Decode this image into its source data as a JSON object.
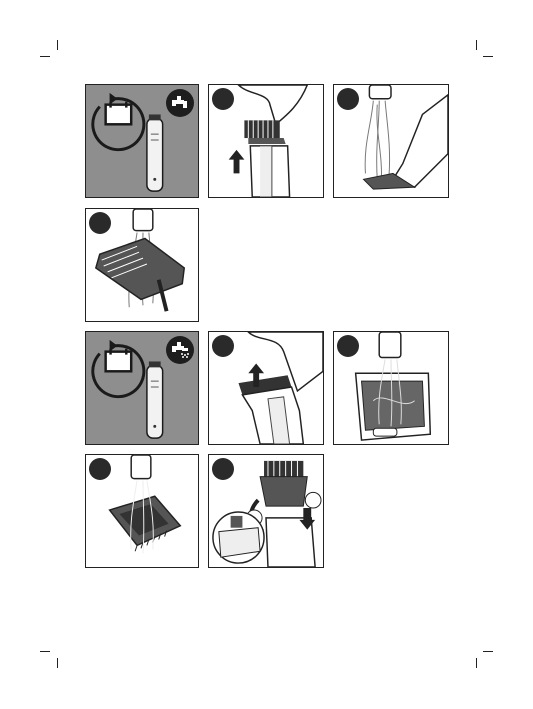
{
  "section_a": {
    "intro_icons": [
      "calendar-cycle-icon",
      "trimmer-icon",
      "tap-icon"
    ],
    "steps": [
      {
        "number": "",
        "illustration": "remove-comb"
      },
      {
        "number": "",
        "illustration": "rinse-trimmer-head"
      },
      {
        "number": "",
        "illustration": "rinse-comb"
      }
    ]
  },
  "section_b": {
    "intro_icons": [
      "calendar-cycle-icon",
      "trimmer-icon",
      "shower-tap-icon"
    ],
    "steps": [
      {
        "number": "",
        "illustration": "remove-cutting-unit"
      },
      {
        "number": "",
        "illustration": "rinse-hair-chamber"
      },
      {
        "number": "",
        "illustration": "rinse-cutting-unit"
      },
      {
        "number": "",
        "illustration": "reattach-cutting-unit"
      }
    ]
  },
  "colors": {
    "panel_gray": "#8e8e8e",
    "ink": "#222222",
    "badge": "#2a2a2a"
  }
}
